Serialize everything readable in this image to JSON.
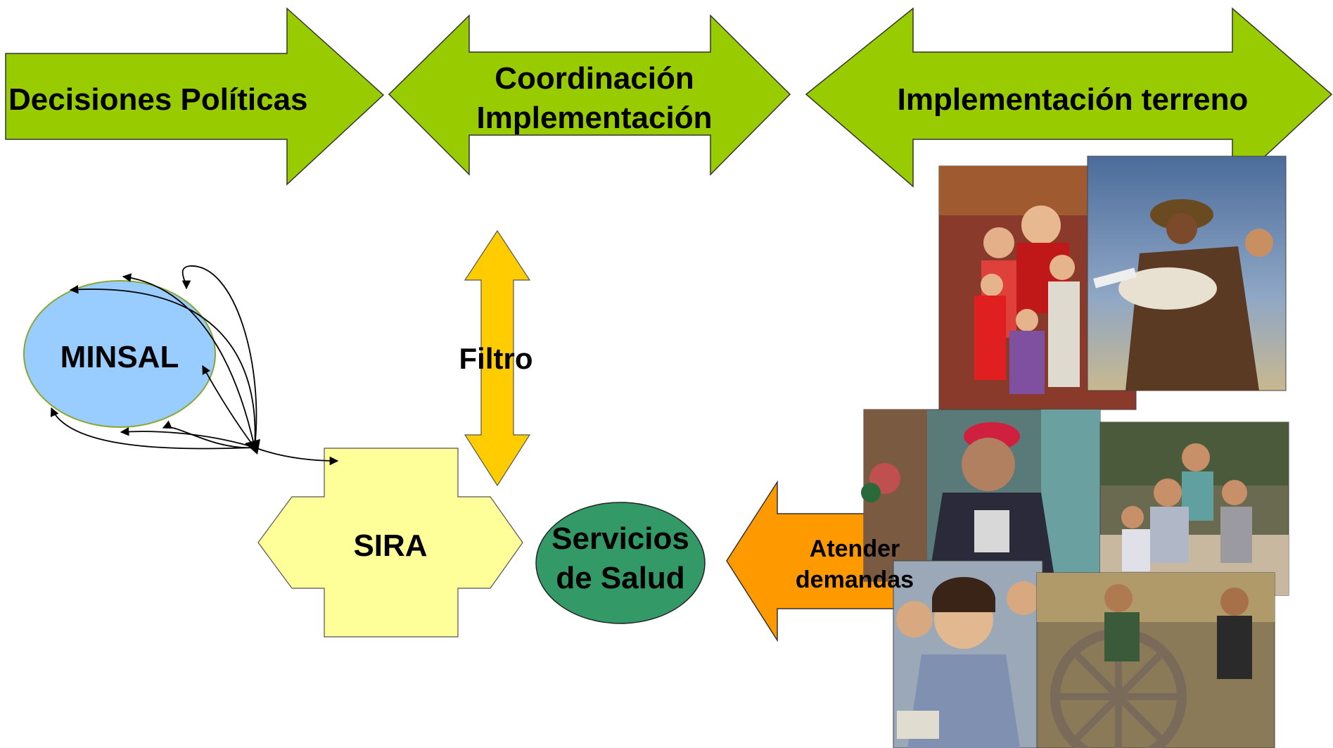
{
  "top_arrows": {
    "politica": "Decisiones Políticas",
    "coordinacion_line1": "Coordinación",
    "coordinacion_line2": "Implementación",
    "terreno": "Implementación terreno"
  },
  "nodes": {
    "minsal": "MINSAL",
    "sira": "SIRA",
    "servicios_line1": "Servicios",
    "servicios_line2": "de Salud"
  },
  "arrows": {
    "filtro": "Filtro",
    "atender_line1": "Atender",
    "atender_line2": "demandas"
  },
  "colors": {
    "green_arrow": "#99CC00",
    "minsal_fill": "#99CCFF",
    "sira_fill": "#FFFF99",
    "servicios_fill": "#339966",
    "filtro_fill": "#FFCC00",
    "atender_fill": "#FF9900"
  }
}
